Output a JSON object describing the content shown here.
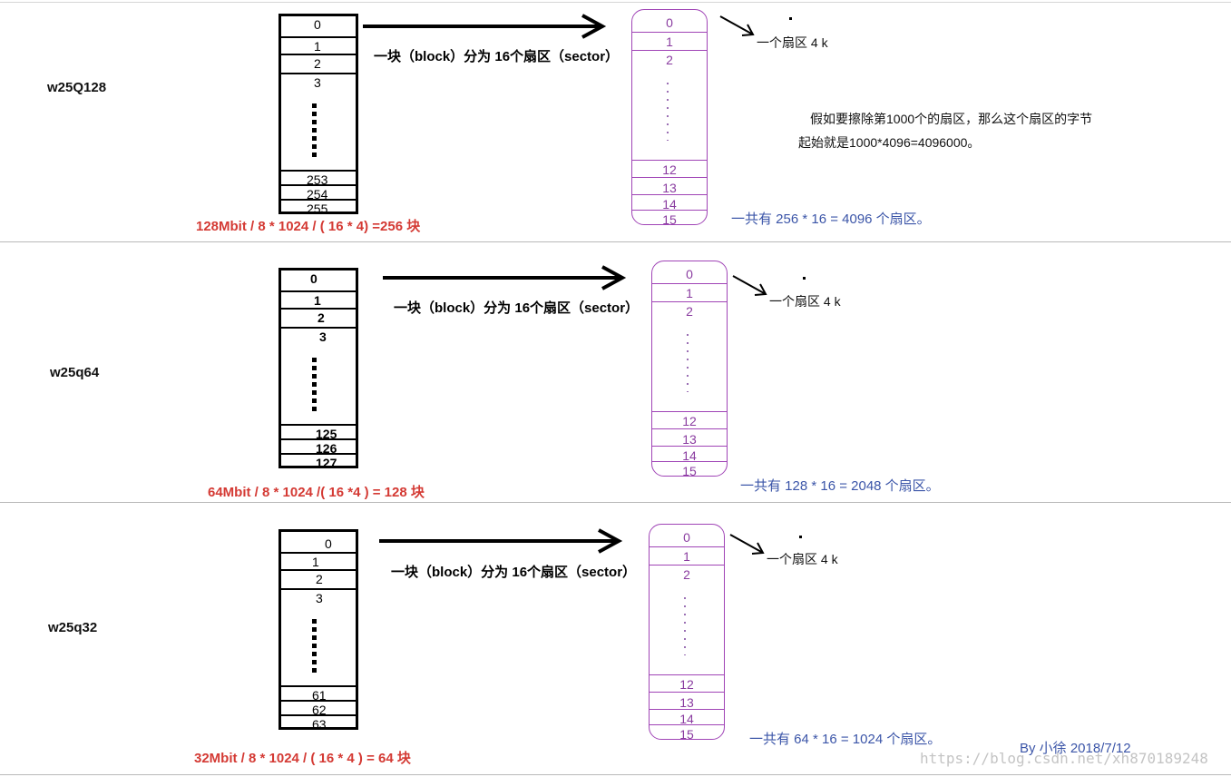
{
  "sections": [
    {
      "chip": "w25Q128",
      "block_labels": {
        "top": [
          "0",
          "1",
          "2",
          "3"
        ],
        "bottom": [
          "253",
          "254",
          "255"
        ]
      },
      "arrow_label": "一块（block）分为 16个扇区（sector）",
      "sector_labels": {
        "top": [
          "0",
          "1",
          "2"
        ],
        "bottom": [
          "12",
          "13",
          "14",
          "15"
        ]
      },
      "sector_size": "一个扇区 4 k",
      "formula": "128Mbit / 8 * 1024 / ( 16 * 4) =256 块",
      "total": "一共有 256 * 16 = 4096 个扇区。",
      "note": [
        "假如要擦除第1000个的扇区，那么这个扇区的字节",
        "起始就是1000*4096=4096000。"
      ]
    },
    {
      "chip": "w25q64",
      "block_labels": {
        "top": [
          "0",
          "1",
          "2",
          "3"
        ],
        "bottom": [
          "125",
          "126",
          "127"
        ]
      },
      "arrow_label": "一块（block）分为 16个扇区（sector）",
      "sector_labels": {
        "top": [
          "0",
          "1",
          "2"
        ],
        "bottom": [
          "12",
          "13",
          "14",
          "15"
        ]
      },
      "sector_size": "一个扇区 4 k",
      "formula": "64Mbit / 8 * 1024 /( 16 *4 ) = 128 块",
      "total": "一共有 128 * 16 = 2048 个扇区。"
    },
    {
      "chip": "w25q32",
      "block_labels": {
        "top": [
          "0",
          "1",
          "2",
          "3"
        ],
        "bottom": [
          "61",
          "62",
          "63"
        ]
      },
      "arrow_label": "一块（block）分为 16个扇区（sector）",
      "sector_labels": {
        "top": [
          "0",
          "1",
          "2"
        ],
        "bottom": [
          "12",
          "13",
          "14",
          "15"
        ]
      },
      "sector_size": "一个扇区 4 k",
      "formula": "32Mbit / 8 * 1024 / ( 16 * 4 ) = 64 块",
      "total": "一共有 64 * 16 = 1024 个扇区。"
    }
  ],
  "byline": "By 小徐 2018/7/12",
  "watermark": "https://blog.csdn.net/xh870189248",
  "colors": {
    "formula": "#d43a34",
    "total": "#3b55a8",
    "sector_border": "#a044b6",
    "sector_text": "#8a3ca0"
  }
}
